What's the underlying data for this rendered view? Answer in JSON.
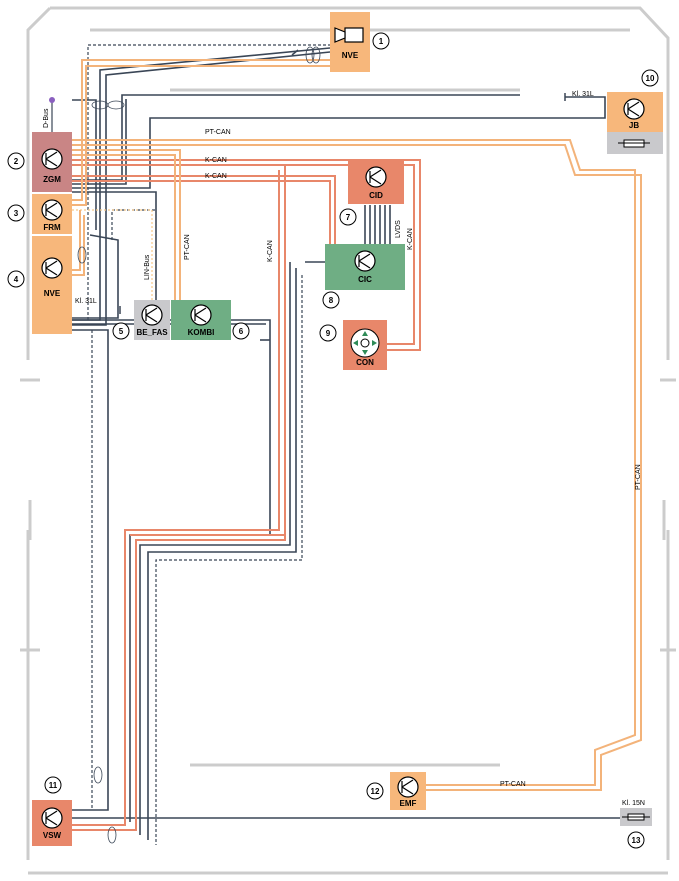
{
  "modules": {
    "nve_top": "NVE",
    "jb": "JB",
    "zgm": "ZGM",
    "frm": "FRM",
    "nve": "NVE",
    "be_fas": "BE_FAS",
    "kombi": "KOMBI",
    "cid": "CID",
    "cic": "CIC",
    "con": "CON",
    "vsw": "VSW",
    "emf": "EMF"
  },
  "numbers": [
    "1",
    "2",
    "3",
    "4",
    "5",
    "6",
    "7",
    "8",
    "9",
    "10",
    "11",
    "12",
    "13"
  ],
  "wire_labels": {
    "d_bus": "D-Bus",
    "kl31l_jb": "Kl. 31L",
    "pt_can_top": "PT-CAN",
    "k_can_1": "K-CAN",
    "k_can_2": "K-CAN",
    "lin_bus": "LIN-Bus",
    "pt_can_kombi": "PT-CAN",
    "k_can_vert": "K-CAN",
    "lvds": "LVDS",
    "k_can_con": "K-CAN",
    "kl31l_nve": "Kl. 31L",
    "pt_can_right": "PT-CAN",
    "pt_can_emf": "PT-CAN",
    "kl15n": "Kl. 15N"
  },
  "colors": {
    "orange_module": "#f7b77b",
    "rose_module": "#c98585",
    "red_module": "#e8876a",
    "green_module": "#6fae84",
    "grey_module": "#c9c9cc",
    "pt_can": "#f3b37a",
    "k_can": "#e8876a",
    "ground": "#3a4656",
    "outline": "#c8c8c8"
  }
}
